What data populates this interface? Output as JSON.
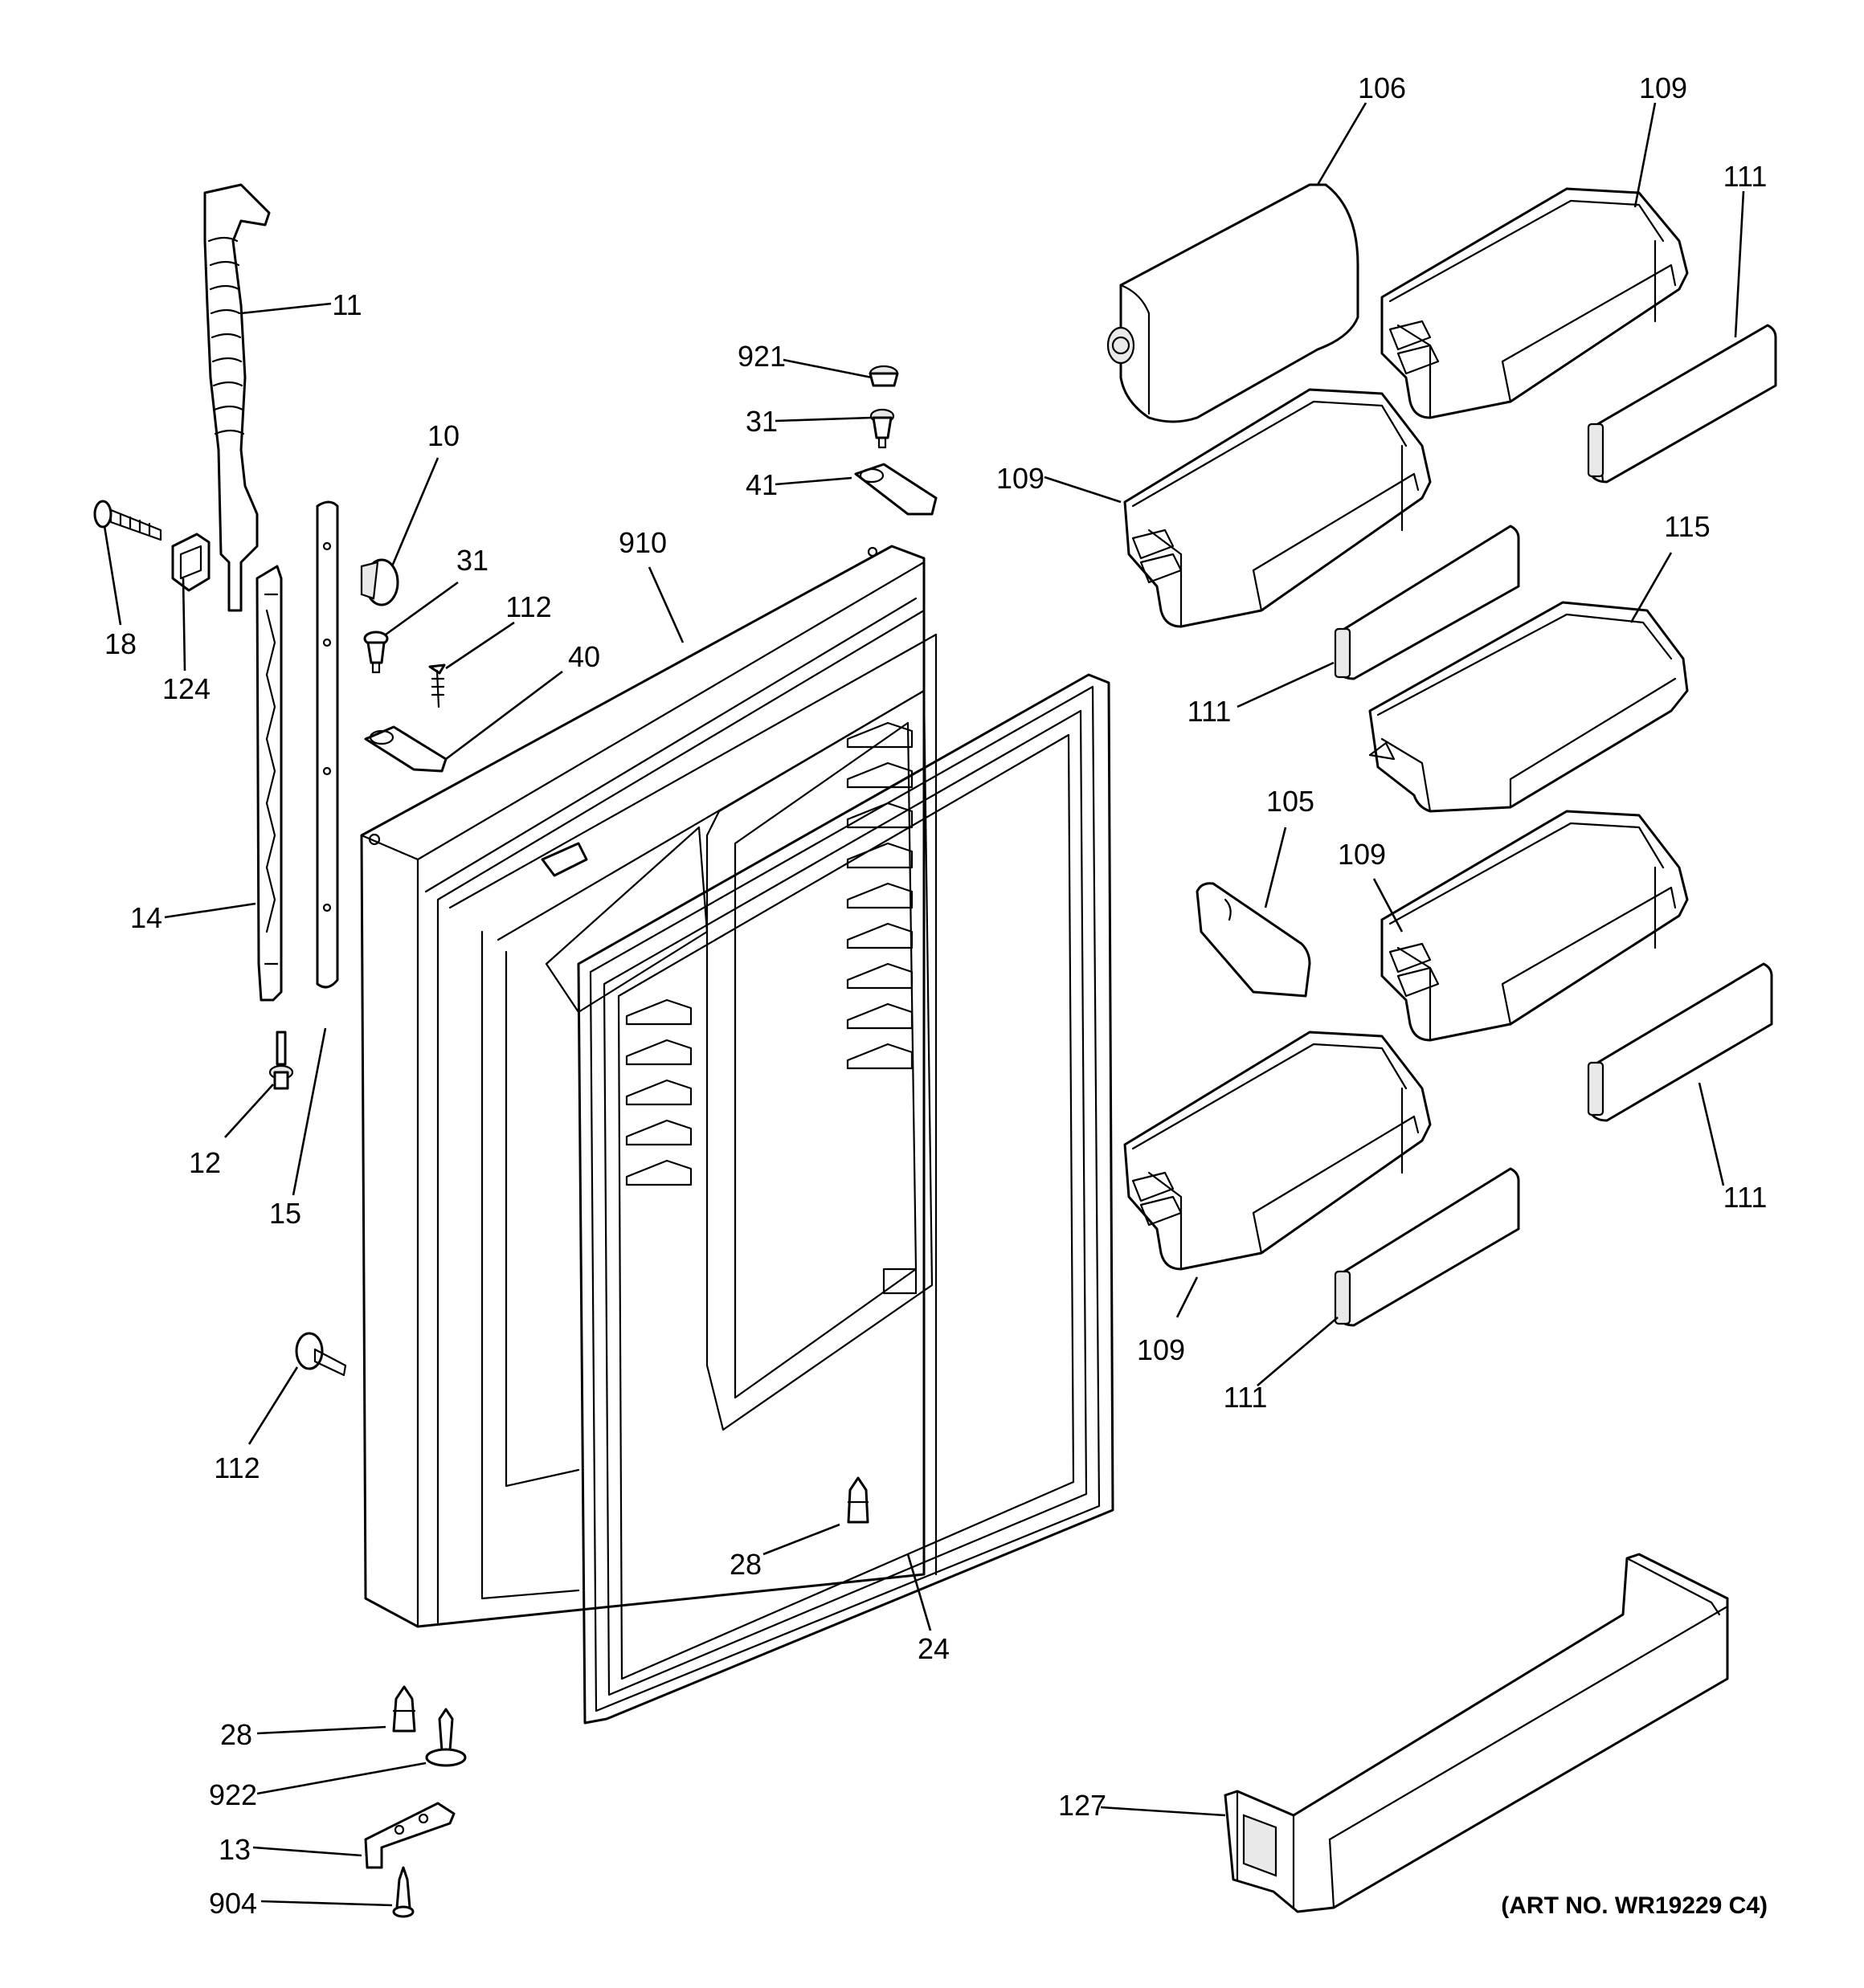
{
  "art_number": "(ART NO. WR19229 C4)",
  "callouts": {
    "c106": "106",
    "c109a": "109",
    "c111a": "111",
    "c109b": "109",
    "c111b": "111",
    "c115": "115",
    "c105": "105",
    "c109c": "109",
    "c111c": "111",
    "c109d": "109",
    "c111d": "111",
    "c127": "127",
    "c11": "11",
    "c18": "18",
    "c124": "124",
    "c10": "10",
    "c31a": "31",
    "c112a": "112",
    "c40": "40",
    "c921": "921",
    "c31b": "31",
    "c41": "41",
    "c910": "910",
    "c14": "14",
    "c12": "12",
    "c15": "15",
    "c112b": "112",
    "c28a": "28",
    "c24": "24",
    "c28b": "28",
    "c922": "922",
    "c13": "13",
    "c904": "904"
  }
}
